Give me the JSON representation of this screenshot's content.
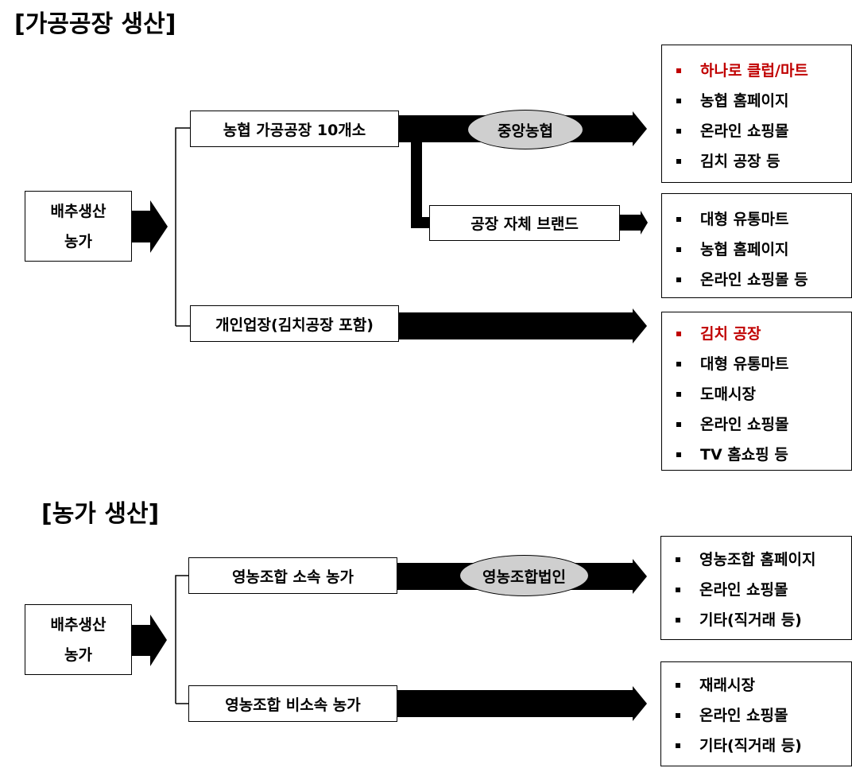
{
  "section1": {
    "title": "[가공공장 생산]",
    "farm": {
      "line1": "배추생산",
      "line2": "농가"
    },
    "coop_factory": "농협 가공공장 10개소",
    "oval": "중앙농협",
    "own_brand": "공장 자체 브랜드",
    "private": "개인업장(김치공장 포함)",
    "list1": [
      "하나로 클럽/마트",
      "농협 홈페이지",
      "온라인 쇼핑몰",
      "김치 공장 등"
    ],
    "list2": [
      "대형 유통마트",
      "농협 홈페이지",
      "온라인 쇼핑몰 등"
    ],
    "list3": [
      "김치 공장",
      "대형 유통마트",
      "도매시장",
      "온라인 쇼핑몰",
      "TV 홈쇼핑 등"
    ]
  },
  "section2": {
    "title": "[농가 생산]",
    "farm": {
      "line1": "배추생산",
      "line2": "농가"
    },
    "member": "영농조합 소속 농가",
    "oval": "영농조합법인",
    "nonmember": "영농조합 비소속 농가",
    "list1": [
      "영농조합 홈페이지",
      "온라인 쇼핑몰",
      "기타(직거래 등)"
    ],
    "list2": [
      "재래시장",
      "온라인 쇼핑몰",
      "기타(직거래 등)"
    ]
  },
  "colors": {
    "highlight": "#c00000",
    "oval_fill": "#cfcfcf"
  },
  "highlighted_items": [
    "section1.list1.0",
    "section1.list3.0"
  ]
}
